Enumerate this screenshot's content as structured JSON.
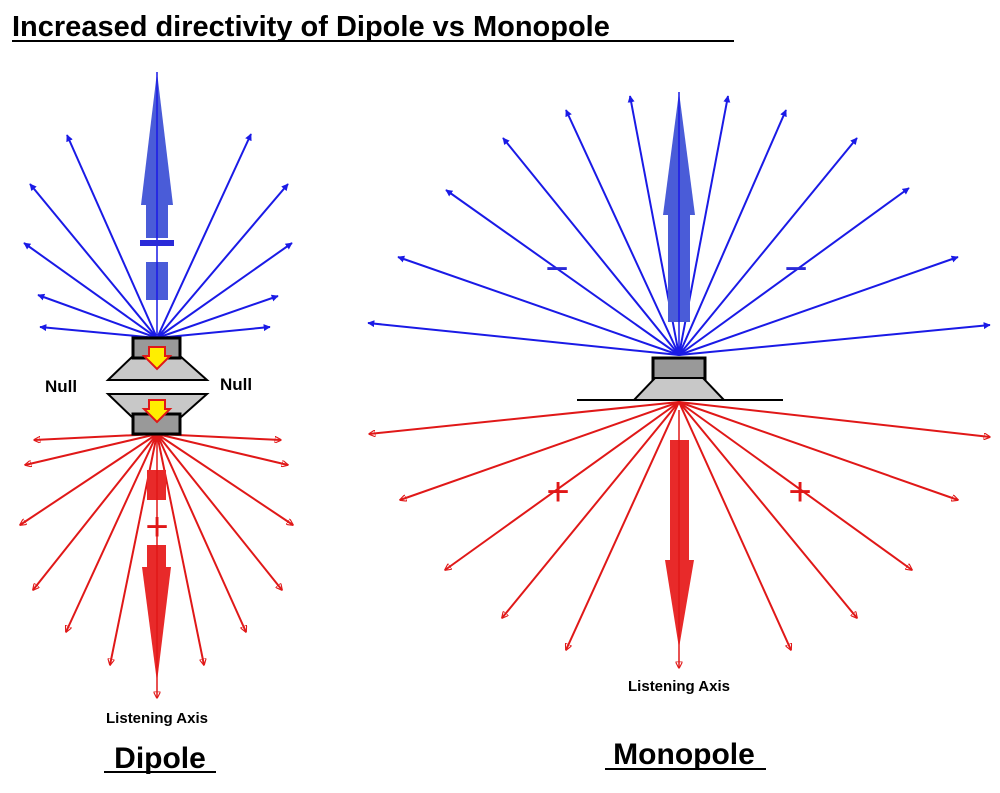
{
  "title": "Increased directivity of Dipole vs Monopole",
  "colors": {
    "negative": "#1a1ae6",
    "positive": "#e01818",
    "speaker_body": "#c8c8c8",
    "inner_arrow": "#ffee00"
  },
  "dipole": {
    "label": "Dipole",
    "null_left": "Null",
    "null_right": "Null",
    "minus_sign": "−",
    "plus_sign": "+",
    "axis_label": "Listening Axis"
  },
  "monopole": {
    "label": "Monopole",
    "minus_left": "−",
    "minus_right": "−",
    "plus_left": "+",
    "plus_right": "+",
    "axis_label": "Listening Axis"
  }
}
